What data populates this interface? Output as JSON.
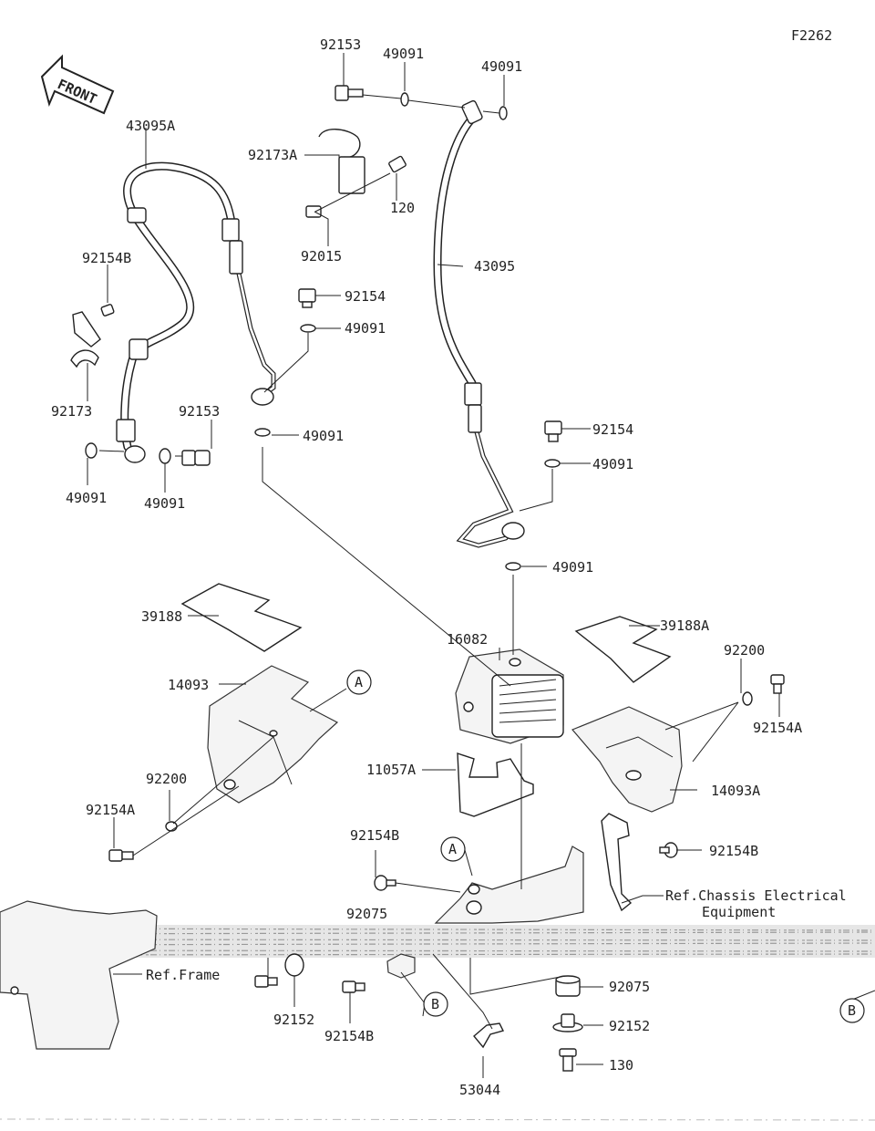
{
  "figure_code": "F2262",
  "front_label": "FRONT",
  "refs": {
    "frame": "Ref.Frame",
    "chassis_line1": "Ref.Chassis Electrical",
    "chassis_line2": "Equipment"
  },
  "callouts": {
    "a": "A",
    "b": "B"
  },
  "parts": {
    "p92153_top": "92153",
    "p49091_top1": "49091",
    "p49091_top2": "49091",
    "p43095A": "43095A",
    "p92173A": "92173A",
    "p120": "120",
    "p92015": "92015",
    "p92154_mid": "92154",
    "p49091_mid": "49091",
    "p43095": "43095",
    "p92154B_left": "92154B",
    "p92173": "92173",
    "p92153_left": "92153",
    "p49091_left1": "49091",
    "p49091_left2": "49091",
    "p49091_center": "49091",
    "p92154_right": "92154",
    "p49091_right1": "49091",
    "p49091_right2": "49091",
    "p39188": "39188",
    "p39188A": "39188A",
    "p16082": "16082",
    "p14093": "14093",
    "p92200_right": "92200",
    "p92154A_right": "92154A",
    "p11057A": "11057A",
    "p92200_left": "92200",
    "p14093A": "14093A",
    "p92154A_left": "92154A",
    "p92154B_mid": "92154B",
    "p92154B_right": "92154B",
    "p92075_left": "92075",
    "p92075_right": "92075",
    "p92152_left": "92152",
    "p92152_right": "92152",
    "p92154B_bottom": "92154B",
    "p53044": "53044",
    "p130": "130"
  }
}
